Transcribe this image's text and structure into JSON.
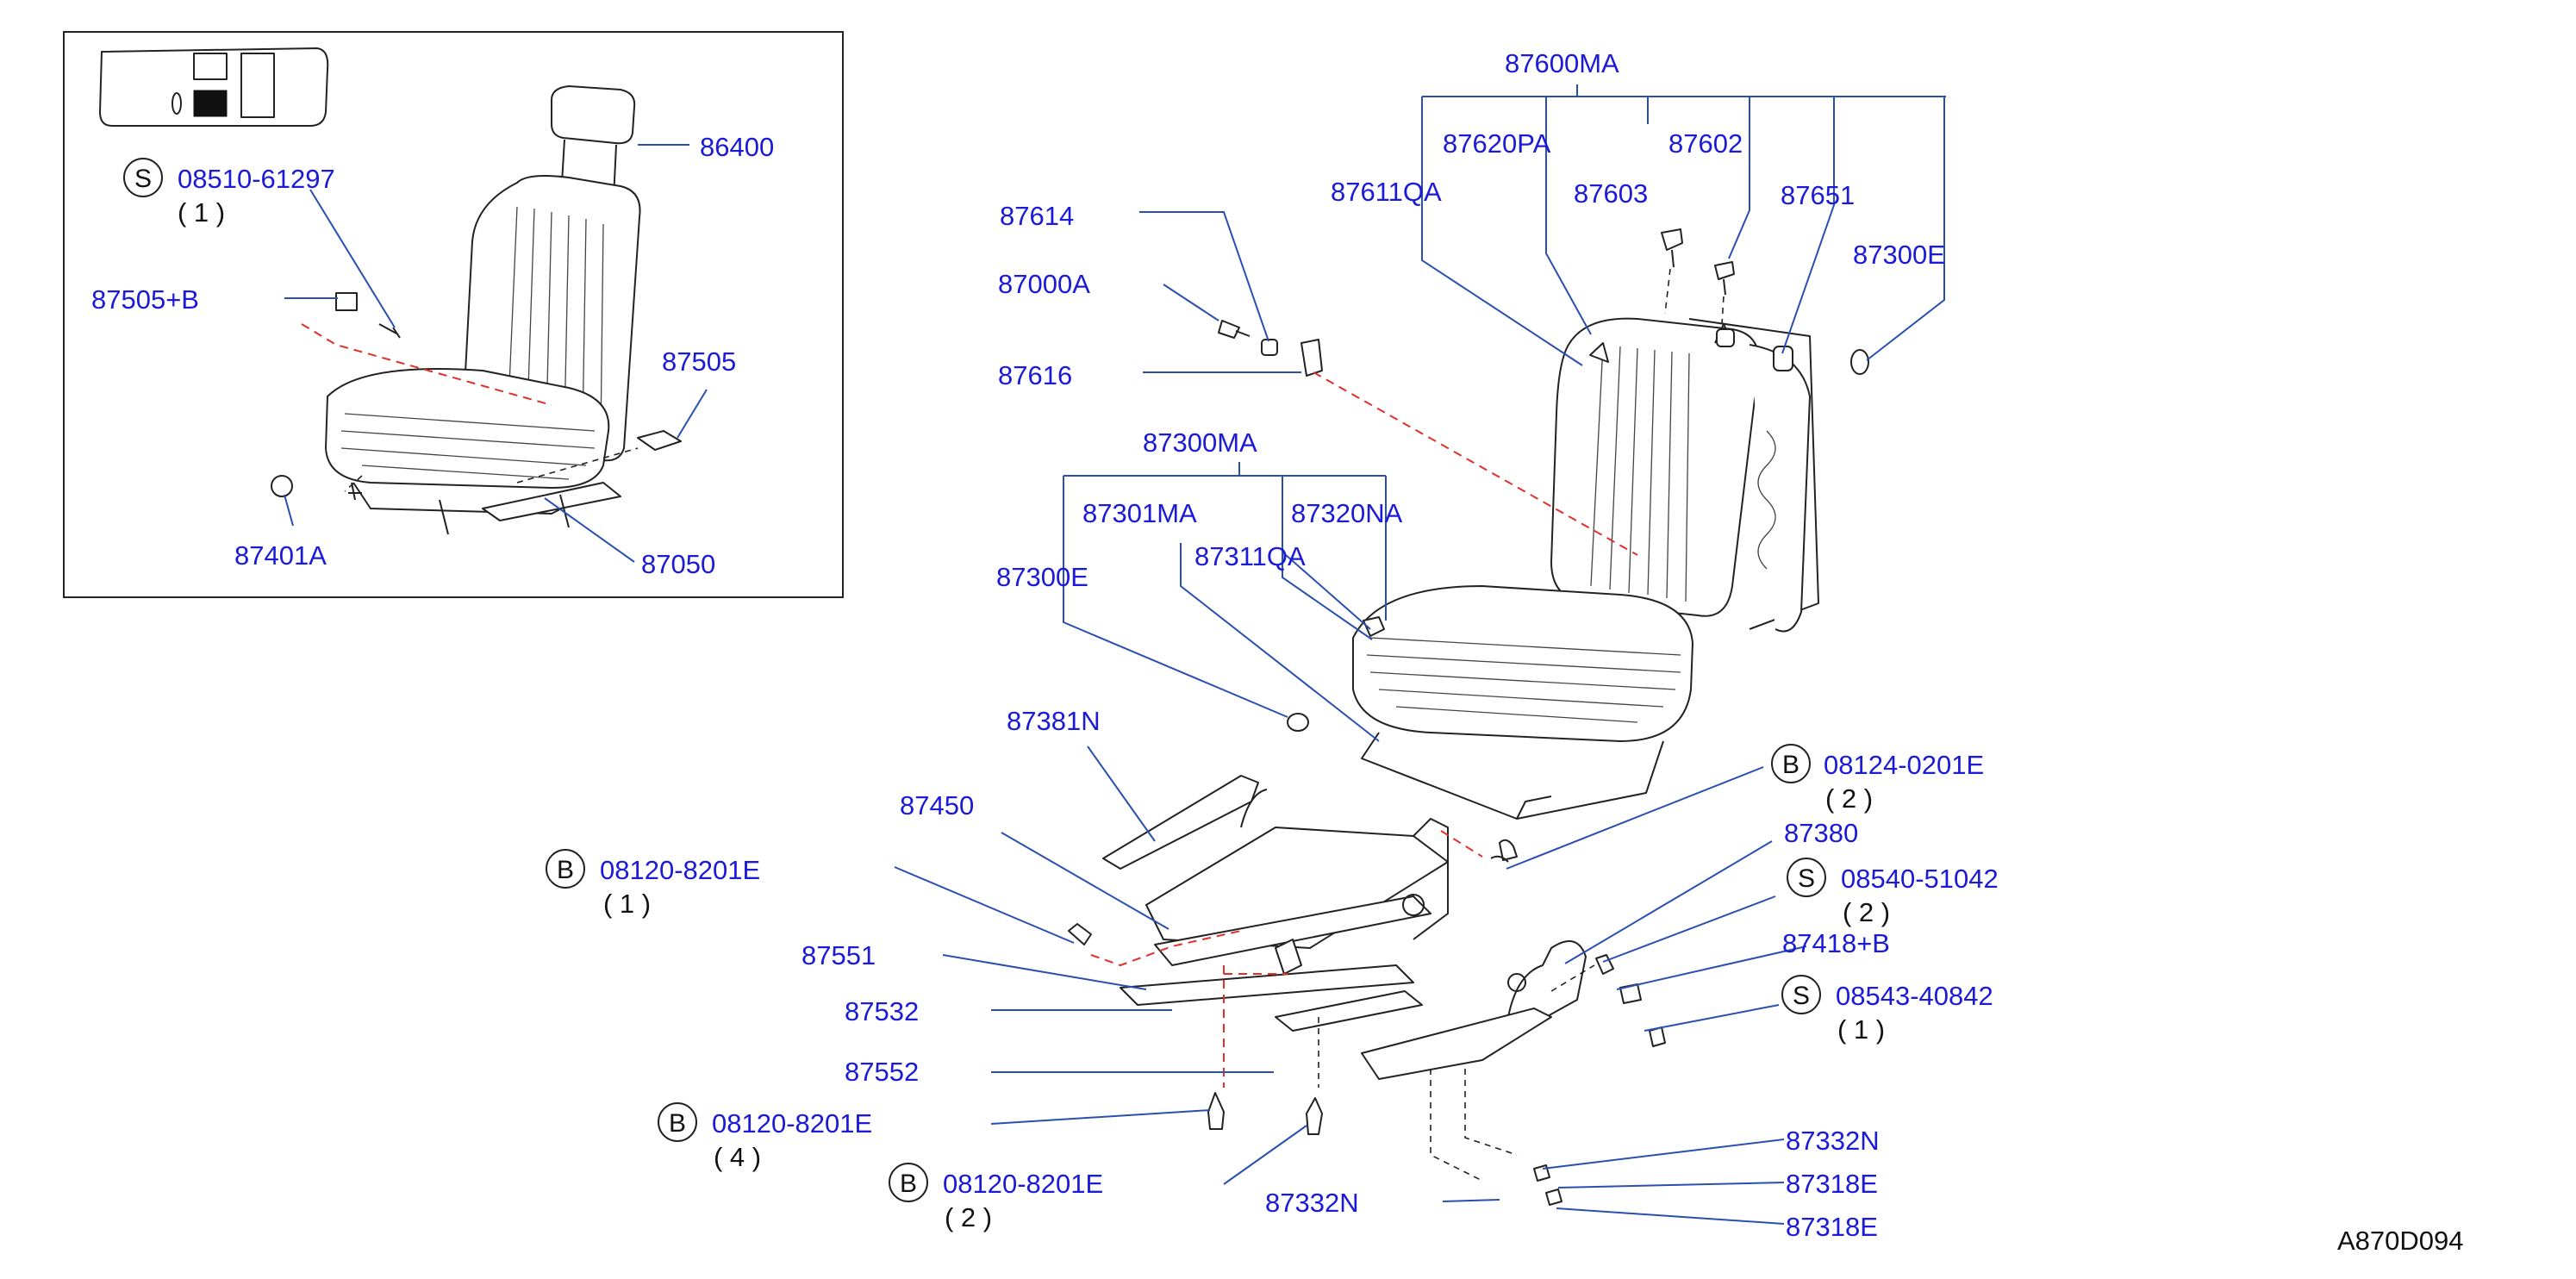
{
  "diagram": {
    "ref_code": "A870D094",
    "inset_labels": {
      "part_86400": "86400",
      "bolt_08510": {
        "prefix": "S",
        "number": "08510-61297",
        "qty": "( 1 )"
      },
      "part_87505b": "87505+B",
      "part_87505": "87505",
      "part_87401a": "87401A",
      "part_87050": "87050"
    },
    "labels": {
      "p87600ma": "87600MA",
      "p87620pa": "87620PA",
      "p87602": "87602",
      "p87611qa": "87611QA",
      "p87603": "87603",
      "p87651": "87651",
      "p87300e_top": "87300E",
      "p87614": "87614",
      "p87000a": "87000A",
      "p87616": "87616",
      "p87300ma": "87300MA",
      "p87301ma": "87301MA",
      "p87320na": "87320NA",
      "p87311qa": "87311QA",
      "p87300e_mid": "87300E",
      "p87381n": "87381N",
      "p87450": "87450",
      "p87551": "87551",
      "p87532": "87532",
      "p87552": "87552",
      "p87380": "87380",
      "p87418b": "87418+B",
      "p87332n_right": "87332N",
      "p87318e_a": "87318E",
      "p87318e_b": "87318E",
      "p87332n_bottom": "87332N"
    },
    "fasteners": {
      "b_0201e": {
        "prefix": "B",
        "number": "08124-0201E",
        "qty": "( 2 )"
      },
      "s_51042": {
        "prefix": "S",
        "number": "08540-51042",
        "qty": "( 2 )"
      },
      "s_40842": {
        "prefix": "S",
        "number": "08543-40842",
        "qty": "( 1 )"
      },
      "b_8201e_left": {
        "prefix": "B",
        "number": "08120-8201E",
        "qty": "( 1 )"
      },
      "b_8201e_mid": {
        "prefix": "B",
        "number": "08120-8201E",
        "qty": "( 4 )"
      },
      "b_8201e_bottom": {
        "prefix": "B",
        "number": "08120-8201E",
        "qty": "( 2 )"
      }
    },
    "colors": {
      "label": "#1a1ad8",
      "leader": "#2a4fb0",
      "red_dash": "#e0302a"
    }
  }
}
